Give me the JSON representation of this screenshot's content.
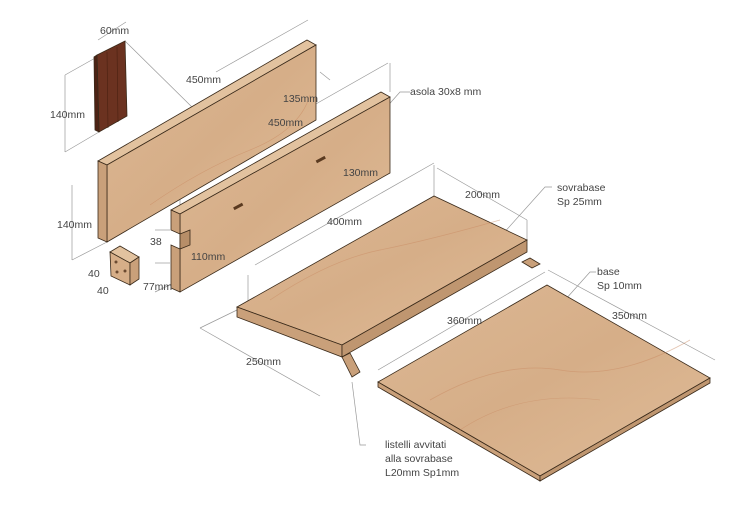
{
  "dimensions": {
    "post_width": "60mm",
    "post_height": "140mm",
    "side_length": "450mm",
    "side_height": "140mm",
    "back_length": "450mm",
    "offset_135": "135mm",
    "slot_pos_130": "130mm",
    "slot_pos_110": "110mm",
    "notch_38": "38",
    "notch_77": "77mm",
    "front_length": "400mm",
    "block_40a": "40",
    "block_40b": "40",
    "sovrabase_depth": "200mm",
    "sovrabase_width": "250mm",
    "base_length": "360mm",
    "base_depth": "350mm"
  },
  "notes": {
    "slot": "asola 30x8 mm",
    "sovrabase_line1": "sovrabase",
    "sovrabase_line2": "Sp 25mm",
    "base_line1": "base",
    "base_line2": "Sp 10mm",
    "strips_line1": "listelli avvitati",
    "strips_line2": "alla sovrabase",
    "strips_line3": "L20mm Sp1mm"
  },
  "colors": {
    "wood": "#d9b48f",
    "wood_side": "#c9a07a",
    "dark_wood": "#6b3220"
  }
}
